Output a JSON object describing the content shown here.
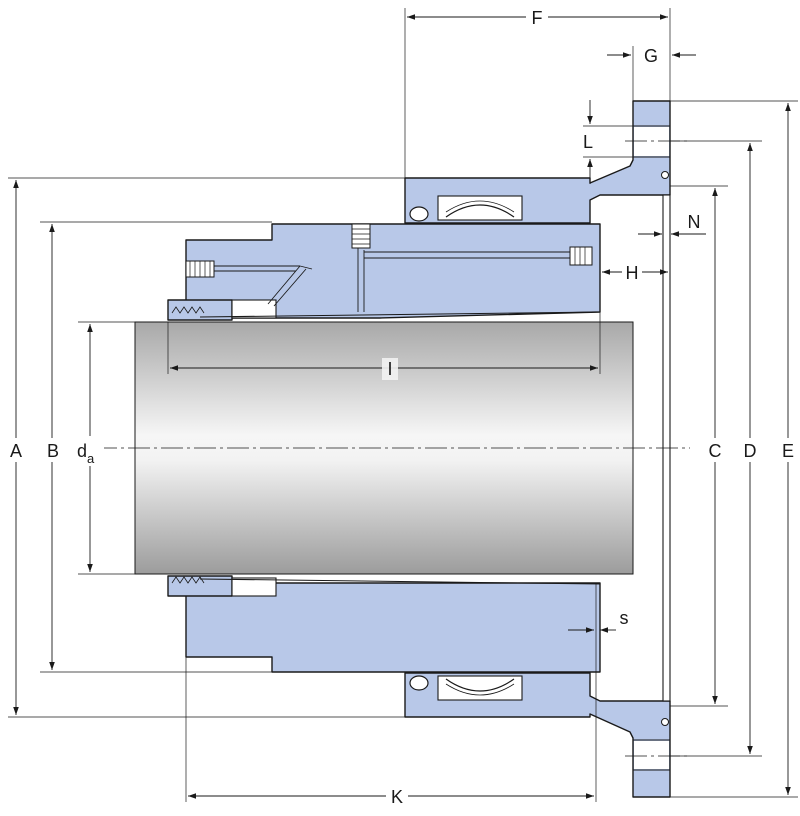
{
  "labels": {
    "A": "A",
    "B": "B",
    "da_main": "d",
    "da_sub": "a",
    "C": "C",
    "D": "D",
    "E": "E",
    "F": "F",
    "G": "G",
    "H": "H",
    "I": "I",
    "K": "K",
    "L": "L",
    "N": "N",
    "s": "s"
  },
  "colors": {
    "housing": "#b8c8e8",
    "outline": "#1a1a1a",
    "shaft_dark": "#9a9a9a",
    "shaft_light": "#f4f4f4"
  }
}
